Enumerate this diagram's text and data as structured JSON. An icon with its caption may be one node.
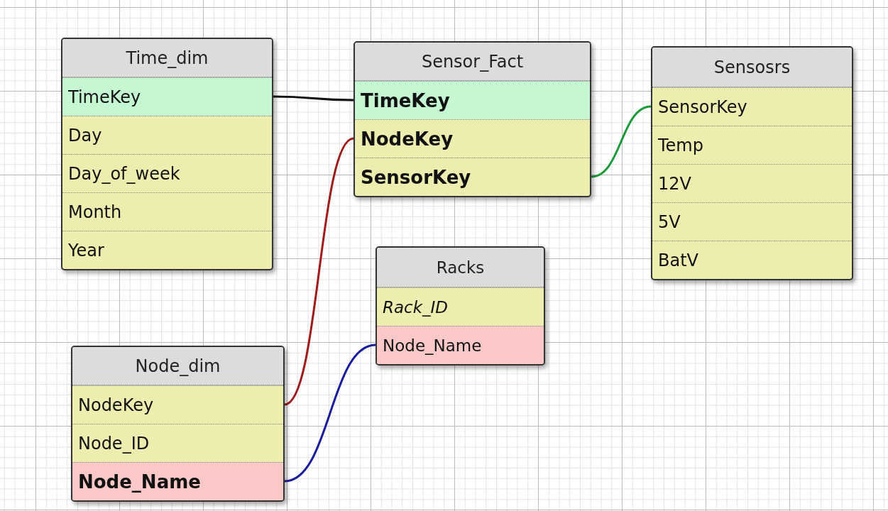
{
  "diagram": {
    "nodes": [
      {
        "text": [
          "Time_dim"
        ]
      },
      {
        "text": [
          "TimeKey"
        ],
        "in": 0
      },
      {
        "text": [
          "Day"
        ],
        "in": 0
      },
      {
        "text": [
          "Day_of_week"
        ],
        "in": 0
      },
      {
        "text": [
          "Month"
        ],
        "in": 0
      },
      {
        "text": [
          "Year"
        ],
        "in": 0
      },
      {
        "text": [
          "Sensor_Fact"
        ]
      },
      {
        "text": [
          "TimeKey"
        ],
        "in": 6
      },
      {
        "text": [
          "NodeKey"
        ],
        "in": 6
      },
      {
        "text": [
          "SensorKey"
        ],
        "in": 6
      },
      {
        "text": [
          "Sensosrs"
        ]
      },
      {
        "text": [
          "SensorKey"
        ],
        "in": 10
      },
      {
        "text": [
          "Temp"
        ],
        "in": 10
      },
      {
        "text": [
          "12V"
        ],
        "in": 10
      },
      {
        "text": [
          "5V"
        ],
        "in": 10
      },
      {
        "text": [
          "BatV"
        ],
        "in": 10
      },
      {
        "text": [
          "Racks"
        ]
      },
      {
        "text": [
          "Rack_ID"
        ],
        "in": 16
      },
      {
        "text": [
          "Node_Name"
        ],
        "in": 16
      },
      {
        "text": [
          "Node_dim"
        ]
      },
      {
        "text": [
          "NodeKey"
        ],
        "in": 19
      },
      {
        "text": [
          "Node_ID"
        ],
        "in": 19
      },
      {
        "text": [
          "Node_Name"
        ],
        "in": 19
      }
    ],
    "edges": [
      {
        "from": 1,
        "to": 7,
        "arrow": "none",
        "color": "#111111"
      },
      {
        "from": 20,
        "to": 8,
        "arrow": "none",
        "color": "#a01c1c"
      },
      {
        "from": 9,
        "to": 11,
        "arrow": "none",
        "color": "#1c9a3a"
      },
      {
        "from": 22,
        "to": 18,
        "arrow": "none",
        "color": "#1c1ca0"
      }
    ]
  }
}
